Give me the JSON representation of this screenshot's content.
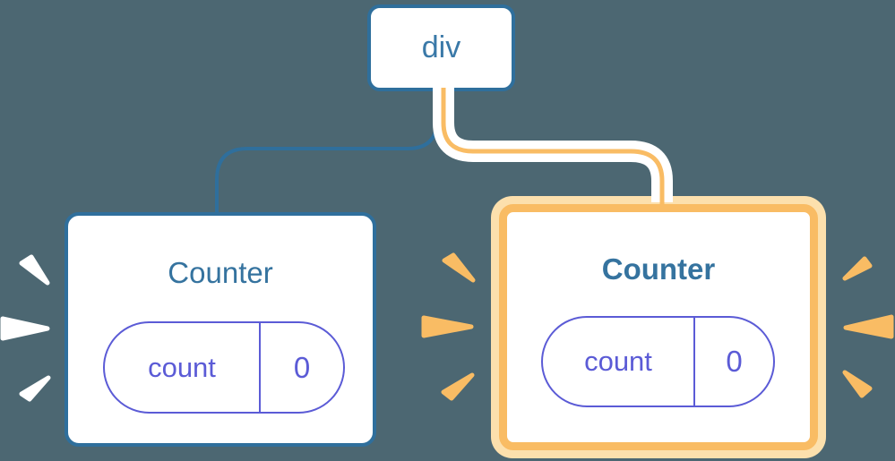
{
  "diagram": {
    "root": {
      "label": "div"
    },
    "children": [
      {
        "title": "Counter",
        "state_key": "count",
        "state_value": "0",
        "highlighted": false
      },
      {
        "title": "Counter",
        "state_key": "count",
        "state_value": "0",
        "highlighted": true
      }
    ]
  },
  "colors": {
    "bg": "#4C6772",
    "blue": "#2F6F9C",
    "blue-text": "#35739F",
    "purple": "#5B5BD6",
    "orange": "#F9BC64",
    "orange-pale": "#FCE0AD",
    "card": "#FFFFFF"
  }
}
